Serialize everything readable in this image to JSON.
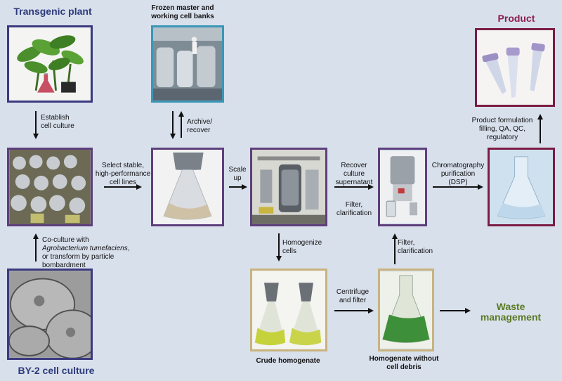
{
  "titles": {
    "transgenic_plant": "Transgenic plant",
    "cell_banks": "Frozen master and\nworking cell banks",
    "product": "Product",
    "by2": "BY-2 cell culture",
    "waste": "Waste\nmanagement",
    "crude": "Crude homogenate",
    "homogenate": "Homogenate without\ncell debris"
  },
  "steps": {
    "establish": "Establish\ncell culture",
    "archive": "Archive/\nrecover",
    "select": "Select stable,\nhigh-performance\ncell lines",
    "scale": "Scale\nup",
    "recover": "Recover\nculture\nsupernatant",
    "filter_top": "Filter,\nclarification",
    "chromatography": "Chromatography\npurification\n(DSP)",
    "formulation": "Product formulation\nfilling, QA, QC,\nregulatory",
    "coculture_1": "Co-culture with ",
    "coculture_agro": "Agrobacterium tumefaciens",
    "coculture_2": ", or transform by particle bombardment",
    "homogenize": "Homogenize\ncells",
    "centrifuge": "Centrifuge\nand filter",
    "filter_bottom": "Filter,\nclarification"
  },
  "colors": {
    "background": "#d8e0ec",
    "navy": "#2c3a7a",
    "maroon": "#8c1e4e",
    "green": "#5a7a22",
    "teal_border": "#3a97b6",
    "tan_border": "#c8b37e"
  }
}
